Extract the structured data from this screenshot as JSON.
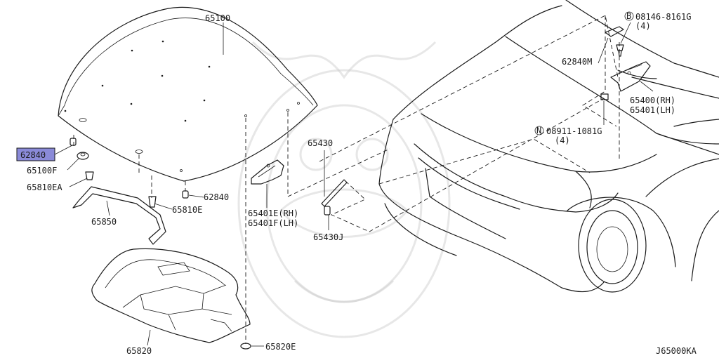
{
  "diagram": {
    "code": "J65000KA",
    "highlight_color": "#8a8ad8",
    "highlighted_part": "62840",
    "labels": {
      "p65100": "65100",
      "p62840_hl": "62840",
      "p65100F": "65100F",
      "p65810EA": "65810EA",
      "p62840_r": "62840",
      "p65810E": "65810E",
      "p65850": "65850",
      "p65820": "65820",
      "p65820E": "65820E",
      "p65401E": "65401E(RH)",
      "p65401F": "65401F(LH)",
      "p65430": "65430",
      "p65430J": "65430J",
      "p62840M": "62840M",
      "bolt_b_num": "08146-8161G",
      "bolt_b_qty": "(4)",
      "p65400": "65400(RH)",
      "p65401": "65401(LH)",
      "nut_n_num": "08911-1081G",
      "nut_n_qty": "(4)",
      "mark_b": "B",
      "mark_n": "N"
    }
  }
}
